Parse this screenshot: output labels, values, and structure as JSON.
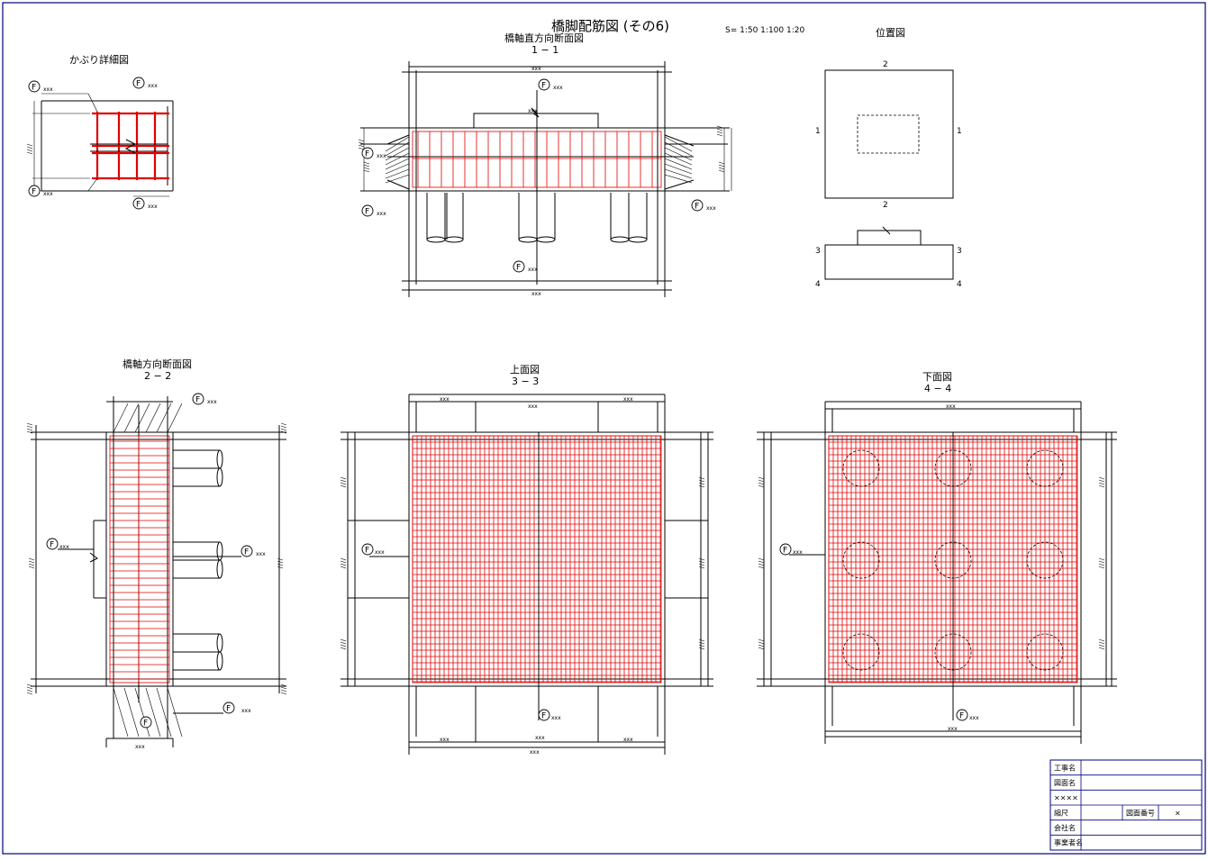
{
  "drawing": {
    "title": "橋脚配筋図 (その6)",
    "scale_note": "S=  1:50   1:100  1:20"
  },
  "views": {
    "cover_detail": {
      "title": "かぶり詳細図"
    },
    "section_1": {
      "title": "橋軸直方向断面図",
      "label": "1 − 1"
    },
    "location": {
      "title": "位置図",
      "marks": [
        "1",
        "2",
        "3",
        "4"
      ]
    },
    "section_2": {
      "title": "橋軸方向断面図",
      "label": "2 − 2"
    },
    "top_view": {
      "title": "上面図",
      "label": "3 − 3"
    },
    "bottom_view": {
      "title": "下面図",
      "label": "4 − 4"
    }
  },
  "callout": {
    "text": "F",
    "dim_mark": "xxx"
  },
  "title_block": {
    "rows": [
      {
        "label": "工事名",
        "value": ""
      },
      {
        "label": "図面名",
        "value": ""
      },
      {
        "label": "××××",
        "value": ""
      },
      {
        "label": "縮尺",
        "value": "",
        "extra_label": "図面番号",
        "extra_value": "×"
      },
      {
        "label": "会社名",
        "value": ""
      },
      {
        "label": "事業者名",
        "value": ""
      }
    ]
  },
  "colors": {
    "rebar": "#e00000",
    "line": "#000000",
    "border": "#000080"
  }
}
